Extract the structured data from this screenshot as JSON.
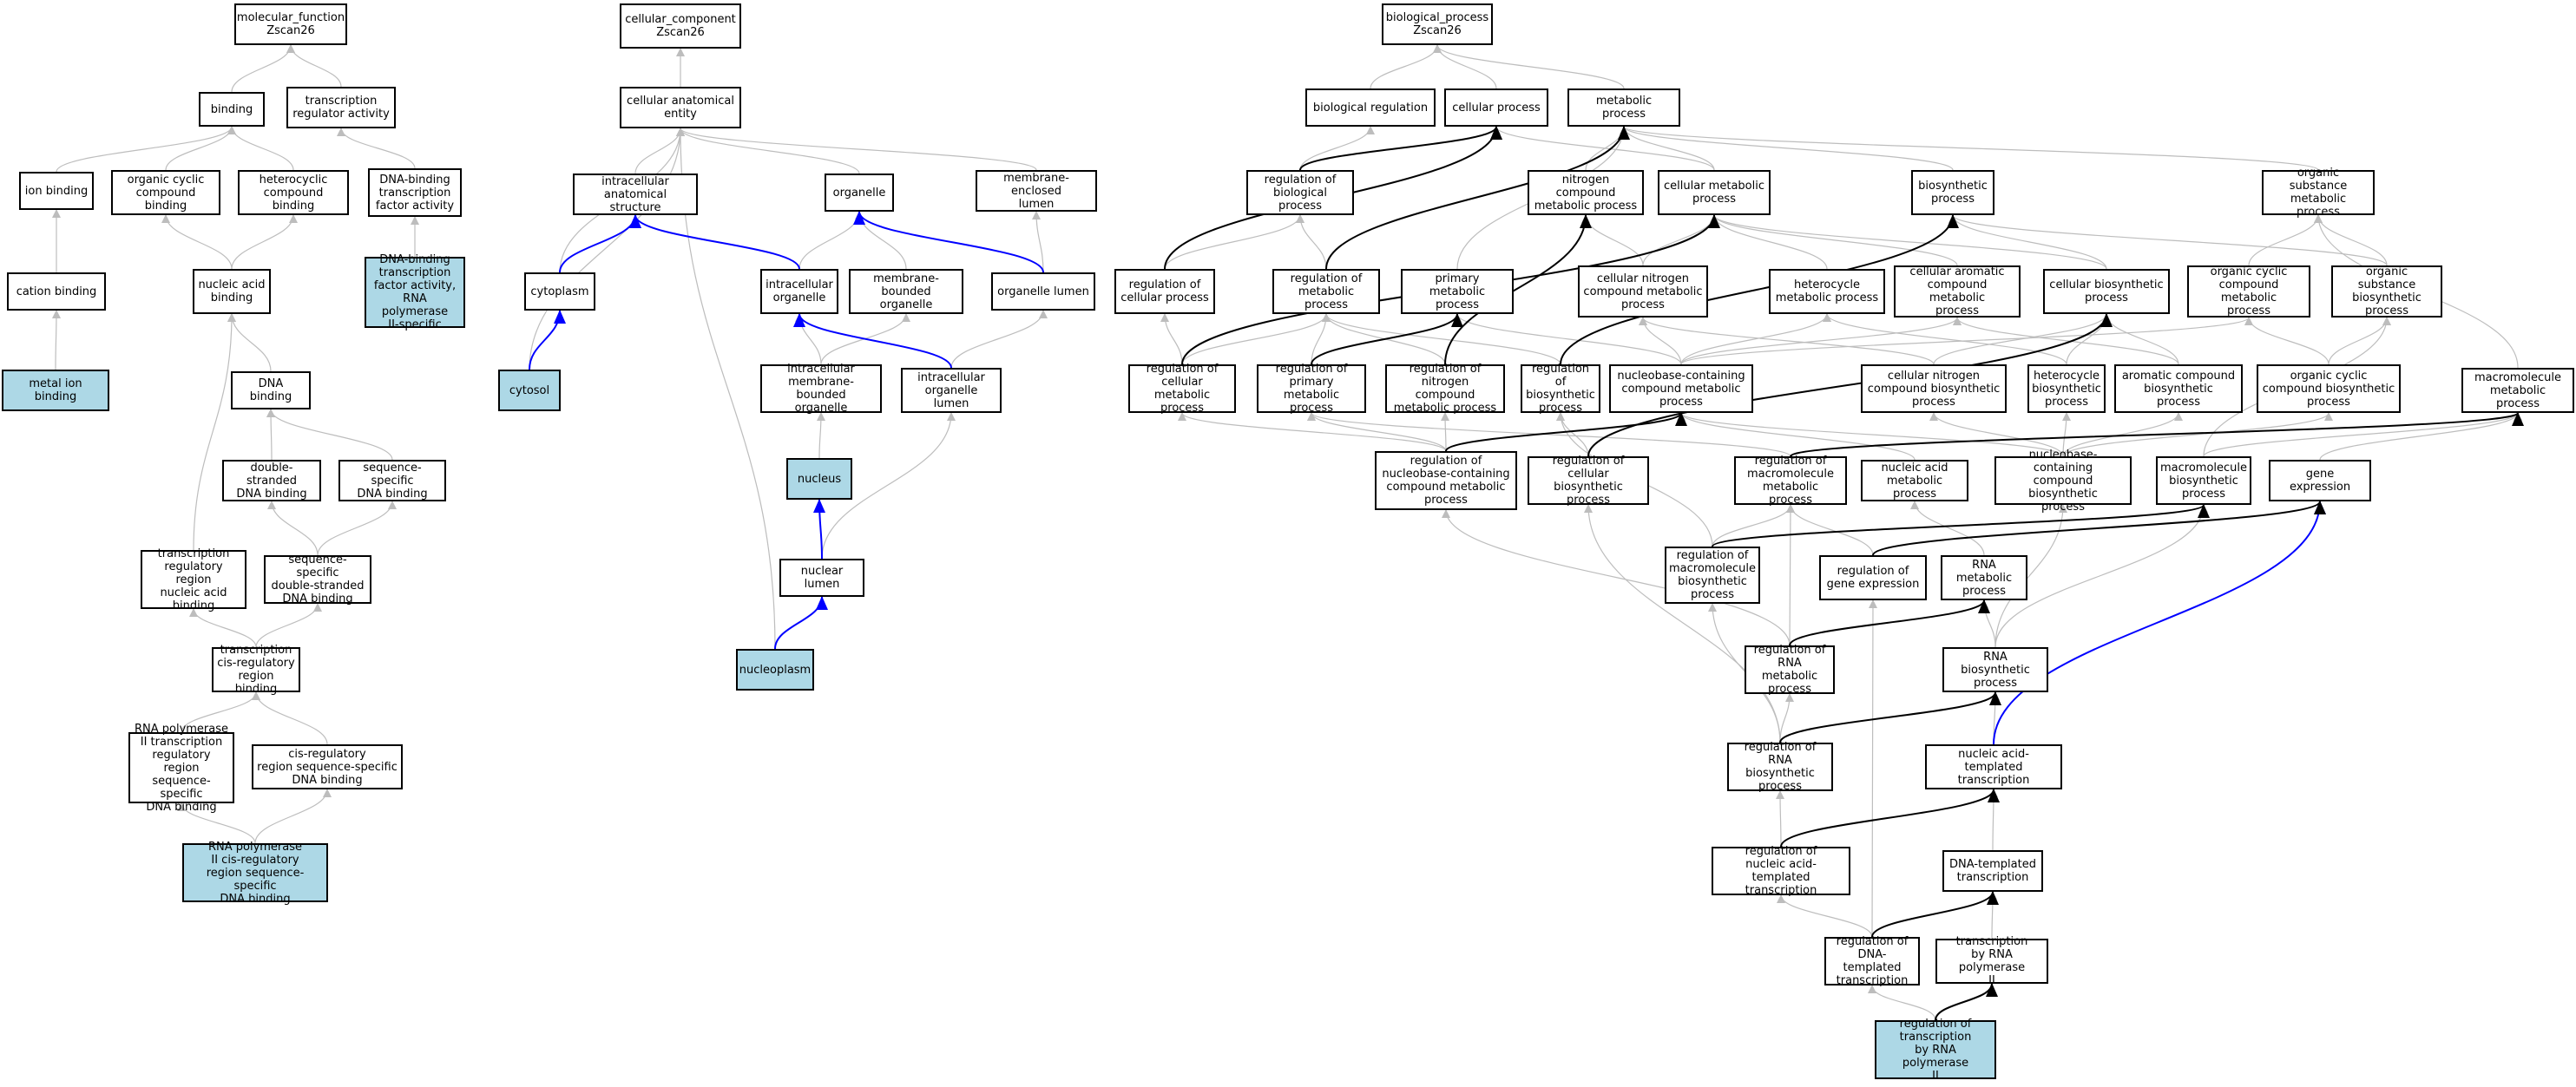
{
  "nodes": [
    {
      "id": "mf",
      "label": "molecular_function\nZscan26"
    },
    {
      "id": "binding",
      "label": "binding"
    },
    {
      "id": "tra",
      "label": "transcription\nregulator activity"
    },
    {
      "id": "ionb",
      "label": "ion binding"
    },
    {
      "id": "occb",
      "label": "organic cyclic\ncompound binding"
    },
    {
      "id": "hetb",
      "label": "heterocyclic\ncompound binding"
    },
    {
      "id": "dbtf",
      "label": "DNA-binding\ntranscription\nfactor activity"
    },
    {
      "id": "catb",
      "label": "cation binding"
    },
    {
      "id": "nab",
      "label": "nucleic acid\nbinding"
    },
    {
      "id": "dbtf2",
      "label": "DNA-binding\ntranscription\nfactor activity,\nRNA polymerase\nII-specific",
      "highlight": true
    },
    {
      "id": "mib",
      "label": "metal ion binding",
      "highlight": true
    },
    {
      "id": "dnab",
      "label": "DNA binding"
    },
    {
      "id": "dsdb",
      "label": "double-stranded\nDNA binding"
    },
    {
      "id": "ssdb",
      "label": "sequence-specific\nDNA binding"
    },
    {
      "id": "trrnab",
      "label": "transcription\nregulatory region\nnucleic acid\nbinding"
    },
    {
      "id": "ssdsdb",
      "label": "sequence-specific\ndouble-stranded\nDNA binding"
    },
    {
      "id": "tcrrb",
      "label": "transcription\ncis-regulatory\nregion binding"
    },
    {
      "id": "rnap2trr",
      "label": "RNA polymerase\nII transcription\nregulatory region\nsequence-specific\nDNA binding"
    },
    {
      "id": "cisrr",
      "label": "cis-regulatory\nregion sequence-specific\nDNA binding"
    },
    {
      "id": "rnap2cis",
      "label": "RNA polymerase\nII cis-regulatory\nregion sequence-specific\nDNA binding",
      "highlight": true
    },
    {
      "id": "cc",
      "label": "cellular_component\nZscan26"
    },
    {
      "id": "cae",
      "label": "cellular anatomical\nentity"
    },
    {
      "id": "ias",
      "label": "intracellular\nanatomical structure"
    },
    {
      "id": "organelle",
      "label": "organelle"
    },
    {
      "id": "mel",
      "label": "membrane-enclosed\nlumen"
    },
    {
      "id": "cytoplasm",
      "label": "cytoplasm"
    },
    {
      "id": "io",
      "label": "intracellular\norganelle"
    },
    {
      "id": "mbo",
      "label": "membrane-bounded\norganelle"
    },
    {
      "id": "ol",
      "label": "organelle lumen"
    },
    {
      "id": "cytosol",
      "label": "cytosol",
      "highlight": true
    },
    {
      "id": "imbo",
      "label": "intracellular\nmembrane-bounded\norganelle"
    },
    {
      "id": "iol",
      "label": "intracellular\norganelle lumen"
    },
    {
      "id": "nucleus",
      "label": "nucleus",
      "highlight": true
    },
    {
      "id": "nl",
      "label": "nuclear lumen"
    },
    {
      "id": "nucleoplasm",
      "label": "nucleoplasm",
      "highlight": true
    },
    {
      "id": "bp",
      "label": "biological_process\nZscan26"
    },
    {
      "id": "breg",
      "label": "biological regulation"
    },
    {
      "id": "cp",
      "label": "cellular process"
    },
    {
      "id": "mp",
      "label": "metabolic process"
    },
    {
      "id": "rbp",
      "label": "regulation of\nbiological process"
    },
    {
      "id": "ncmp",
      "label": "nitrogen compound\nmetabolic process"
    },
    {
      "id": "cmp",
      "label": "cellular metabolic\nprocess"
    },
    {
      "id": "bsp",
      "label": "biosynthetic\nprocess"
    },
    {
      "id": "osmp",
      "label": "organic substance\nmetabolic process"
    },
    {
      "id": "rcp",
      "label": "regulation of\ncellular process"
    },
    {
      "id": "rmp",
      "label": "regulation of\nmetabolic process"
    },
    {
      "id": "pmp",
      "label": "primary metabolic\nprocess"
    },
    {
      "id": "cncmp",
      "label": "cellular nitrogen\ncompound metabolic\nprocess"
    },
    {
      "id": "hmp",
      "label": "heterocycle\nmetabolic process"
    },
    {
      "id": "cacmp",
      "label": "cellular aromatic\ncompound metabolic\nprocess"
    },
    {
      "id": "cbp",
      "label": "cellular biosynthetic\nprocess"
    },
    {
      "id": "occmp",
      "label": "organic cyclic\ncompound metabolic\nprocess"
    },
    {
      "id": "osbp",
      "label": "organic substance\nbiosynthetic\nprocess"
    },
    {
      "id": "rcmp",
      "label": "regulation of\ncellular metabolic\nprocess"
    },
    {
      "id": "rpmp",
      "label": "regulation of\nprimary metabolic\nprocess"
    },
    {
      "id": "rncmp",
      "label": "regulation of\nnitrogen compound\nmetabolic process"
    },
    {
      "id": "rbsp",
      "label": "regulation of\nbiosynthetic\nprocess"
    },
    {
      "id": "nbcmp",
      "label": "nucleobase-containing\ncompound metabolic\nprocess"
    },
    {
      "id": "cncbp",
      "label": "cellular nitrogen\ncompound biosynthetic\nprocess"
    },
    {
      "id": "hbp",
      "label": "heterocycle\nbiosynthetic\nprocess"
    },
    {
      "id": "acbp",
      "label": "aromatic compound\nbiosynthetic\nprocess"
    },
    {
      "id": "occbp",
      "label": "organic cyclic\ncompound biosynthetic\nprocess"
    },
    {
      "id": "mmp",
      "label": "macromolecule\nmetabolic process"
    },
    {
      "id": "rnbcmp",
      "label": "regulation of\nnucleobase-containing\ncompound metabolic\nprocess"
    },
    {
      "id": "rcbp",
      "label": "regulation of\ncellular biosynthetic\nprocess"
    },
    {
      "id": "rmmp",
      "label": "regulation of\nmacromolecule\nmetabolic process"
    },
    {
      "id": "namp",
      "label": "nucleic acid\nmetabolic process"
    },
    {
      "id": "nbcbp",
      "label": "nucleobase-containing\ncompound biosynthetic\nprocess"
    },
    {
      "id": "mbp",
      "label": "macromolecule\nbiosynthetic\nprocess"
    },
    {
      "id": "ge",
      "label": "gene expression"
    },
    {
      "id": "rmbp",
      "label": "regulation of\nmacromolecule\nbiosynthetic\nprocess"
    },
    {
      "id": "rge",
      "label": "regulation of\ngene expression"
    },
    {
      "id": "rnamp",
      "label": "RNA metabolic\nprocess"
    },
    {
      "id": "rrnamp",
      "label": "regulation of\nRNA metabolic\nprocess"
    },
    {
      "id": "rnabp",
      "label": "RNA biosynthetic\nprocess"
    },
    {
      "id": "rrnabp",
      "label": "regulation of\nRNA biosynthetic\nprocess"
    },
    {
      "id": "natt",
      "label": "nucleic acid-templated\ntranscription"
    },
    {
      "id": "rnatt",
      "label": "regulation of\nnucleic acid-templated\ntranscription"
    },
    {
      "id": "dtt",
      "label": "DNA-templated\ntranscription"
    },
    {
      "id": "rdtt",
      "label": "regulation of\nDNA-templated\ntranscription"
    },
    {
      "id": "trnap2",
      "label": "transcription\nby RNA polymerase\nII"
    },
    {
      "id": "rtrnap2",
      "label": "regulation of\ntranscription\nby RNA polymerase\nII",
      "highlight": true
    }
  ],
  "edges": [
    [
      "binding",
      "mf",
      "is_a"
    ],
    [
      "tra",
      "mf",
      "is_a"
    ],
    [
      "ionb",
      "binding",
      "is_a"
    ],
    [
      "occb",
      "binding",
      "is_a"
    ],
    [
      "hetb",
      "binding",
      "is_a"
    ],
    [
      "dbtf",
      "tra",
      "is_a"
    ],
    [
      "catb",
      "ionb",
      "is_a"
    ],
    [
      "nab",
      "occb",
      "is_a"
    ],
    [
      "nab",
      "hetb",
      "is_a"
    ],
    [
      "dbtf2",
      "dbtf",
      "is_a"
    ],
    [
      "mib",
      "catb",
      "is_a"
    ],
    [
      "dnab",
      "nab",
      "is_a"
    ],
    [
      "dsdb",
      "dnab",
      "is_a"
    ],
    [
      "ssdb",
      "dnab",
      "is_a"
    ],
    [
      "trrnab",
      "nab",
      "is_a"
    ],
    [
      "ssdsdb",
      "dsdb",
      "is_a"
    ],
    [
      "ssdsdb",
      "ssdb",
      "is_a"
    ],
    [
      "tcrrb",
      "trrnab",
      "is_a"
    ],
    [
      "tcrrb",
      "ssdsdb",
      "is_a"
    ],
    [
      "rnap2trr",
      "tcrrb",
      "is_a"
    ],
    [
      "cisrr",
      "tcrrb",
      "is_a"
    ],
    [
      "rnap2cis",
      "rnap2trr",
      "is_a"
    ],
    [
      "rnap2cis",
      "cisrr",
      "is_a"
    ],
    [
      "cae",
      "cc",
      "is_a"
    ],
    [
      "ias",
      "cae",
      "is_a"
    ],
    [
      "organelle",
      "cae",
      "is_a"
    ],
    [
      "mel",
      "cae",
      "is_a"
    ],
    [
      "cytoplasm",
      "cae",
      "is_a"
    ],
    [
      "cytosol",
      "cae",
      "is_a"
    ],
    [
      "nucleoplasm",
      "cae",
      "is_a"
    ],
    [
      "cytoplasm",
      "ias",
      "part_of"
    ],
    [
      "io",
      "ias",
      "part_of"
    ],
    [
      "io",
      "organelle",
      "is_a"
    ],
    [
      "mbo",
      "organelle",
      "is_a"
    ],
    [
      "ol",
      "organelle",
      "part_of"
    ],
    [
      "ol",
      "mel",
      "is_a"
    ],
    [
      "cytosol",
      "cytoplasm",
      "part_of"
    ],
    [
      "imbo",
      "io",
      "is_a"
    ],
    [
      "imbo",
      "mbo",
      "is_a"
    ],
    [
      "iol",
      "io",
      "part_of"
    ],
    [
      "iol",
      "ol",
      "is_a"
    ],
    [
      "nucleus",
      "imbo",
      "is_a"
    ],
    [
      "nl",
      "nucleus",
      "part_of"
    ],
    [
      "nl",
      "iol",
      "is_a"
    ],
    [
      "nucleoplasm",
      "nl",
      "part_of"
    ],
    [
      "breg",
      "bp",
      "is_a"
    ],
    [
      "cp",
      "bp",
      "is_a"
    ],
    [
      "mp",
      "bp",
      "is_a"
    ],
    [
      "rbp",
      "breg",
      "is_a"
    ],
    [
      "rbp",
      "cp",
      "regulates"
    ],
    [
      "ncmp",
      "mp",
      "is_a"
    ],
    [
      "cmp",
      "mp",
      "is_a"
    ],
    [
      "cmp",
      "cp",
      "is_a"
    ],
    [
      "bsp",
      "mp",
      "is_a"
    ],
    [
      "osmp",
      "mp",
      "is_a"
    ],
    [
      "rcp",
      "rbp",
      "is_a"
    ],
    [
      "rcp",
      "cp",
      "regulates"
    ],
    [
      "rmp",
      "rbp",
      "is_a"
    ],
    [
      "rmp",
      "mp",
      "regulates"
    ],
    [
      "pmp",
      "mp",
      "is_a"
    ],
    [
      "cncmp",
      "ncmp",
      "is_a"
    ],
    [
      "cncmp",
      "cmp",
      "is_a"
    ],
    [
      "hmp",
      "cmp",
      "is_a"
    ],
    [
      "cacmp",
      "cmp",
      "is_a"
    ],
    [
      "cbp",
      "cmp",
      "is_a"
    ],
    [
      "cbp",
      "bsp",
      "is_a"
    ],
    [
      "occmp",
      "osmp",
      "is_a"
    ],
    [
      "osbp",
      "osmp",
      "is_a"
    ],
    [
      "osbp",
      "bsp",
      "is_a"
    ],
    [
      "rcmp",
      "rcp",
      "is_a"
    ],
    [
      "rcmp",
      "rmp",
      "is_a"
    ],
    [
      "rcmp",
      "cmp",
      "regulates"
    ],
    [
      "rpmp",
      "rmp",
      "is_a"
    ],
    [
      "rpmp",
      "pmp",
      "regulates"
    ],
    [
      "rncmp",
      "rmp",
      "is_a"
    ],
    [
      "rncmp",
      "ncmp",
      "regulates"
    ],
    [
      "rbsp",
      "rmp",
      "is_a"
    ],
    [
      "rbsp",
      "bsp",
      "regulates"
    ],
    [
      "nbcmp",
      "cncmp",
      "is_a"
    ],
    [
      "nbcmp",
      "hmp",
      "is_a"
    ],
    [
      "nbcmp",
      "cacmp",
      "is_a"
    ],
    [
      "nbcmp",
      "pmp",
      "is_a"
    ],
    [
      "nbcmp",
      "occmp",
      "is_a"
    ],
    [
      "cncbp",
      "cncmp",
      "is_a"
    ],
    [
      "cncbp",
      "cbp",
      "is_a"
    ],
    [
      "hbp",
      "hmp",
      "is_a"
    ],
    [
      "hbp",
      "cbp",
      "is_a"
    ],
    [
      "acbp",
      "cacmp",
      "is_a"
    ],
    [
      "acbp",
      "cbp",
      "is_a"
    ],
    [
      "occbp",
      "occmp",
      "is_a"
    ],
    [
      "occbp",
      "osbp",
      "is_a"
    ],
    [
      "mmp",
      "osmp",
      "is_a"
    ],
    [
      "rnbcmp",
      "rcmp",
      "is_a"
    ],
    [
      "rnbcmp",
      "rpmp",
      "is_a"
    ],
    [
      "rnbcmp",
      "rncmp",
      "is_a"
    ],
    [
      "rnbcmp",
      "nbcmp",
      "regulates"
    ],
    [
      "rcbp",
      "rbsp",
      "is_a"
    ],
    [
      "rcbp",
      "cbp",
      "regulates"
    ],
    [
      "rmmp",
      "rpmp",
      "is_a"
    ],
    [
      "rmmp",
      "mmp",
      "regulates"
    ],
    [
      "namp",
      "nbcmp",
      "is_a"
    ],
    [
      "nbcbp",
      "nbcmp",
      "is_a"
    ],
    [
      "nbcbp",
      "cncbp",
      "is_a"
    ],
    [
      "nbcbp",
      "hbp",
      "is_a"
    ],
    [
      "nbcbp",
      "acbp",
      "is_a"
    ],
    [
      "nbcbp",
      "occbp",
      "is_a"
    ],
    [
      "mbp",
      "mmp",
      "is_a"
    ],
    [
      "mbp",
      "osbp",
      "is_a"
    ],
    [
      "ge",
      "mmp",
      "is_a"
    ],
    [
      "rmbp",
      "rmmp",
      "is_a"
    ],
    [
      "rmbp",
      "rbsp",
      "is_a"
    ],
    [
      "rmbp",
      "mbp",
      "regulates"
    ],
    [
      "rge",
      "rmmp",
      "is_a"
    ],
    [
      "rge",
      "ge",
      "regulates"
    ],
    [
      "rnamp",
      "namp",
      "is_a"
    ],
    [
      "rrnamp",
      "rnbcmp",
      "is_a"
    ],
    [
      "rrnamp",
      "rmmp",
      "is_a"
    ],
    [
      "rrnamp",
      "rnamp",
      "regulates"
    ],
    [
      "rnabp",
      "rnamp",
      "is_a"
    ],
    [
      "rnabp",
      "nbcbp",
      "is_a"
    ],
    [
      "rnabp",
      "mbp",
      "is_a"
    ],
    [
      "rrnabp",
      "rrnamp",
      "is_a"
    ],
    [
      "rrnabp",
      "rmbp",
      "is_a"
    ],
    [
      "rrnabp",
      "rcbp",
      "is_a"
    ],
    [
      "rrnabp",
      "rnabp",
      "regulates"
    ],
    [
      "natt",
      "rnabp",
      "is_a"
    ],
    [
      "natt",
      "ge",
      "part_of"
    ],
    [
      "rnatt",
      "rrnabp",
      "is_a"
    ],
    [
      "rnatt",
      "natt",
      "regulates"
    ],
    [
      "dtt",
      "natt",
      "is_a"
    ],
    [
      "rdtt",
      "rnatt",
      "is_a"
    ],
    [
      "rdtt",
      "rge",
      "is_a"
    ],
    [
      "rdtt",
      "dtt",
      "regulates"
    ],
    [
      "trnap2",
      "dtt",
      "is_a"
    ],
    [
      "rtrnap2",
      "rdtt",
      "is_a"
    ],
    [
      "rtrnap2",
      "trnap2",
      "regulates"
    ]
  ],
  "edge_colors": {
    "is_a": "#bdbdbd",
    "part_of": "#0000ff",
    "regulates": "#000000"
  }
}
